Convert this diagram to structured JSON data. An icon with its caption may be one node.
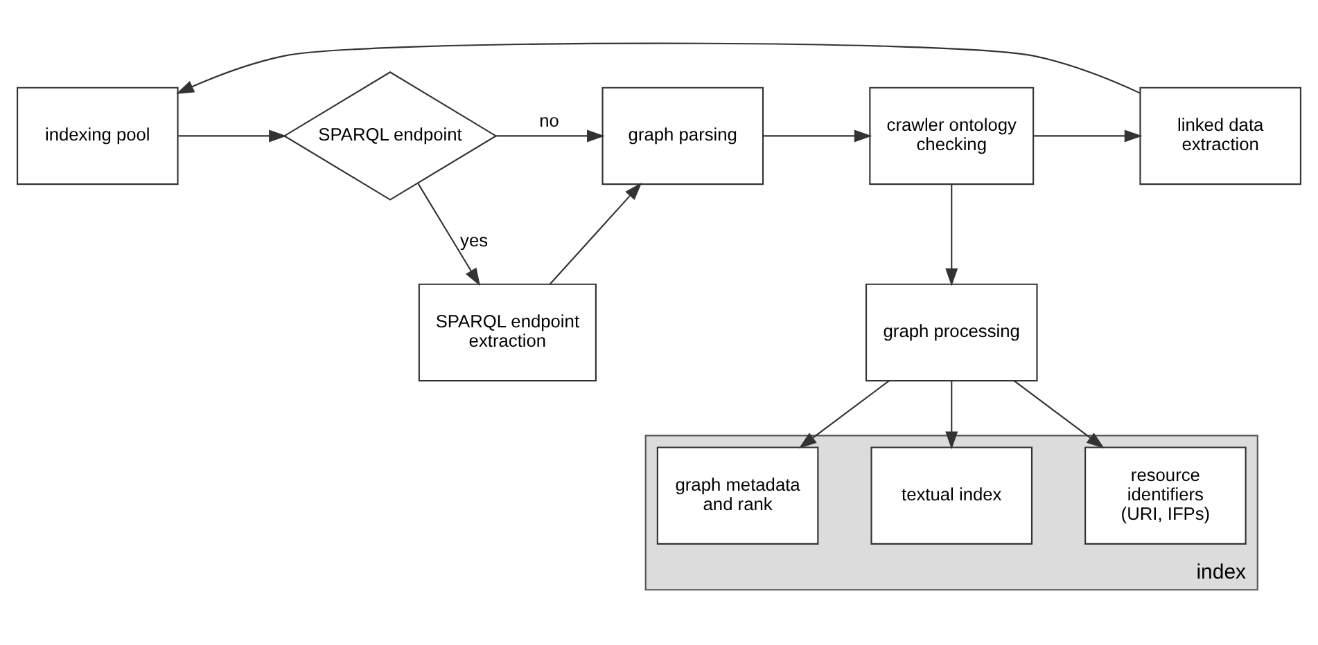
{
  "diagram": {
    "nodes": [
      {
        "text": [
          "indexing pool"
        ]
      },
      {
        "text": [
          "SPARQL endpoint"
        ]
      },
      {
        "text": [
          "graph parsing"
        ]
      },
      {
        "text": [
          "crawler ontology checking"
        ]
      },
      {
        "text": [
          "linked data extraction"
        ]
      },
      {
        "text": [
          "SPARQL endpoint extraction"
        ]
      },
      {
        "text": [
          "graph processing"
        ]
      },
      {
        "text": [
          "index"
        ]
      },
      {
        "text": [
          "graph metadata and rank"
        ],
        "in": 7
      },
      {
        "text": [
          "textual index"
        ],
        "in": 7
      },
      {
        "text": [
          "resource identifiers (URI, IFPs)"
        ],
        "in": 7
      }
    ],
    "edges": [
      {
        "from": 0,
        "to": 1,
        "arrow": "to"
      },
      {
        "from": 1,
        "to": 2,
        "arrow": "to",
        "label": "no"
      },
      {
        "from": 1,
        "to": 5,
        "arrow": "to",
        "label": "yes"
      },
      {
        "from": 5,
        "to": 2,
        "arrow": "to"
      },
      {
        "from": 2,
        "to": 3,
        "arrow": "to"
      },
      {
        "from": 3,
        "to": 4,
        "arrow": "to"
      },
      {
        "from": 4,
        "to": 0,
        "arrow": "to"
      },
      {
        "from": 3,
        "to": 6,
        "arrow": "to"
      },
      {
        "from": 6,
        "to": 8,
        "arrow": "to"
      },
      {
        "from": 6,
        "to": 9,
        "arrow": "to"
      },
      {
        "from": 6,
        "to": 10,
        "arrow": "to"
      }
    ]
  }
}
